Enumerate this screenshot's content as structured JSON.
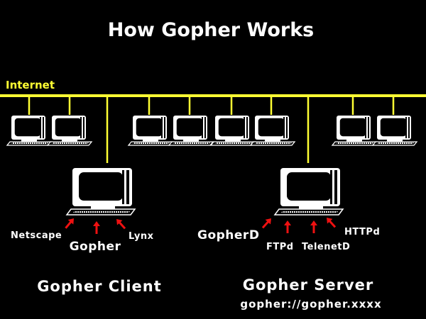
{
  "title": "How Gopher Works",
  "network": {
    "label": "Internet"
  },
  "client": {
    "caption": "Gopher Client",
    "apps": {
      "left": "Netscape",
      "center": "Gopher",
      "right": "Lynx"
    }
  },
  "server": {
    "caption": "Gopher Server",
    "url": "gopher://gopher.xxxx",
    "daemons": {
      "gopherd": "GopherD",
      "ftpd": "FTPd",
      "telnetd": "TelenetD",
      "httpd": "HTTPd"
    }
  },
  "colors": {
    "background": "#000000",
    "bus": "#ffff33",
    "text": "#ffffff",
    "arrow": "#ee1111",
    "monitor": "#ffffff"
  },
  "icons": {
    "host": "computer-terminal-icon",
    "arrow": "red-arrow-icon"
  }
}
